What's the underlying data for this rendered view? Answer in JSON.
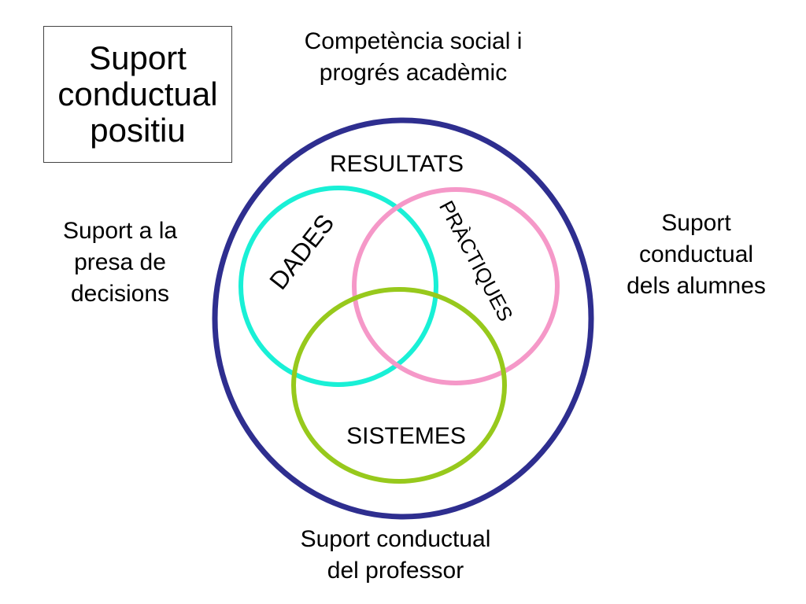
{
  "title": {
    "lines": [
      "Suport",
      "conductual",
      "positiu"
    ]
  },
  "outcomes_goal": [
    "Competència social i",
    "progrés acadèmic"
  ],
  "left_support": [
    "Suport a la",
    "presa de",
    "decisions"
  ],
  "right_support": [
    "Suport",
    "conductual",
    "dels alumnes"
  ],
  "bottom_support": [
    "Suport conductual",
    "del professor"
  ],
  "circles": {
    "outcomes": "RESULTATS",
    "data": "DADES",
    "practices": "PRÀCTIQUES",
    "systems": "SISTEMES"
  },
  "colors": {
    "outer_ring": "#2e2e8f",
    "data_ring": "#19f0d6",
    "practices_ring": "#f598c8",
    "systems_ring": "#97c91c"
  }
}
